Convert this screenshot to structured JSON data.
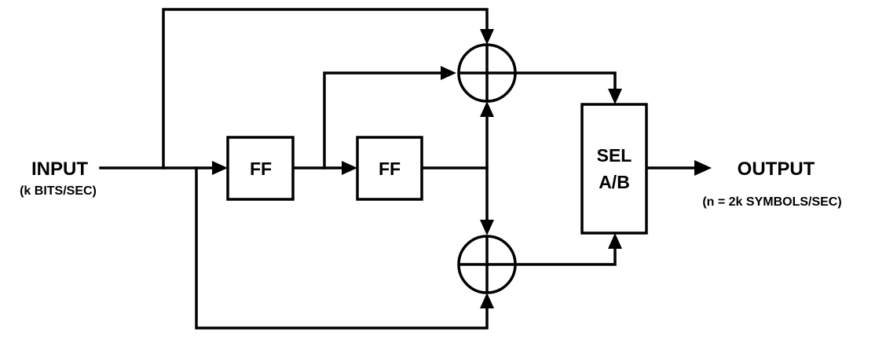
{
  "input": {
    "label": "INPUT",
    "rate": "(k BITS/SEC)"
  },
  "ff1": {
    "label": "FF"
  },
  "ff2": {
    "label": "FF"
  },
  "selector": {
    "line1": "SEL",
    "line2": "A/B"
  },
  "output": {
    "label": "OUTPUT",
    "rate": "(n = 2k SYMBOLS/SEC)"
  }
}
